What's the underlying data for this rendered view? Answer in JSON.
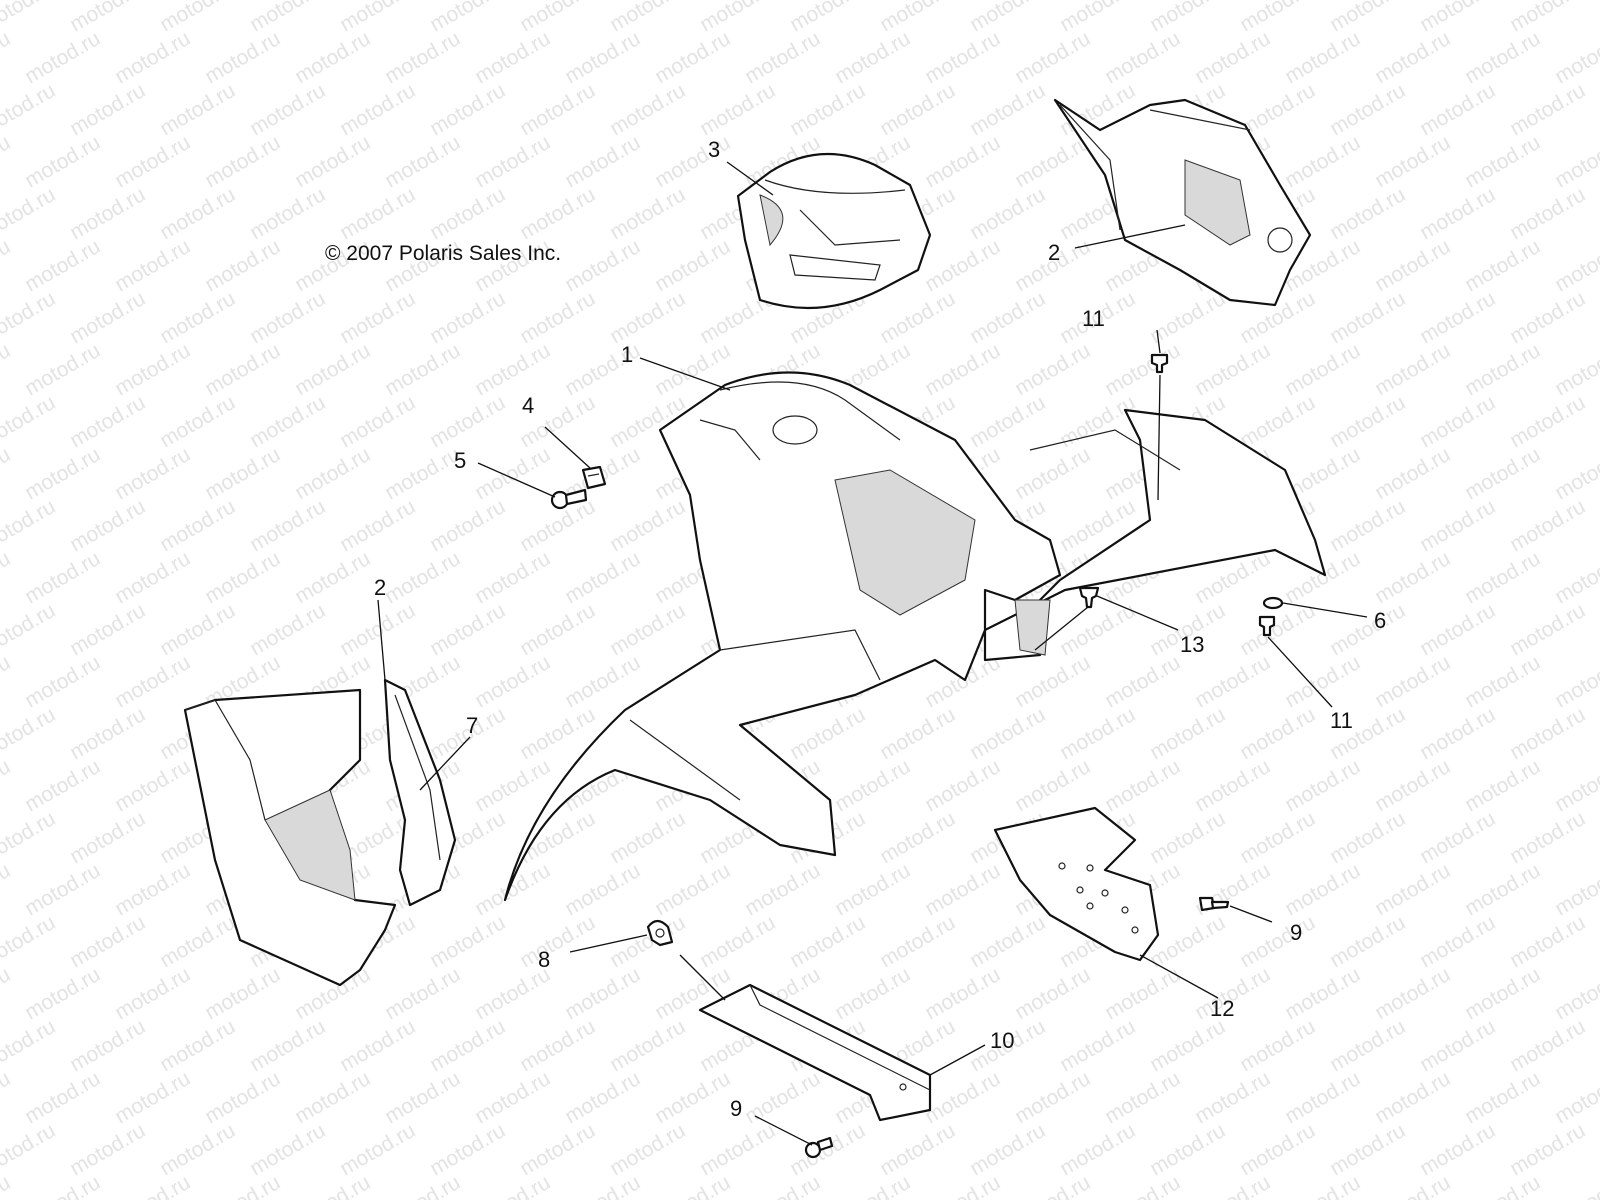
{
  "copyright": "© 2007 Polaris Sales Inc.",
  "watermark": "motod.ru",
  "callouts": [
    {
      "id": "c3",
      "label": "3"
    },
    {
      "id": "c2a",
      "label": "2"
    },
    {
      "id": "c1",
      "label": "1"
    },
    {
      "id": "c11a",
      "label": "11"
    },
    {
      "id": "c4",
      "label": "4"
    },
    {
      "id": "c5",
      "label": "5"
    },
    {
      "id": "c2b",
      "label": "2"
    },
    {
      "id": "c7",
      "label": "7"
    },
    {
      "id": "c6",
      "label": "6"
    },
    {
      "id": "c13",
      "label": "13"
    },
    {
      "id": "c11b",
      "label": "11"
    },
    {
      "id": "c9a",
      "label": "9"
    },
    {
      "id": "c8",
      "label": "8"
    },
    {
      "id": "c12",
      "label": "12"
    },
    {
      "id": "c10",
      "label": "10"
    },
    {
      "id": "c9b",
      "label": "9"
    }
  ]
}
